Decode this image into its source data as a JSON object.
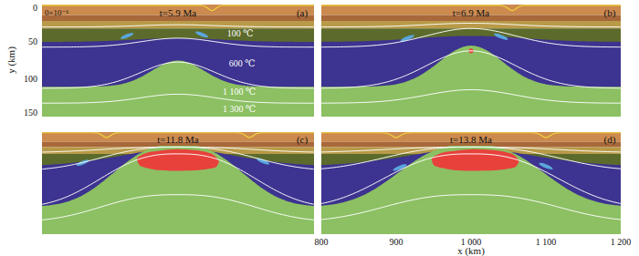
{
  "diagram": {
    "labels": [
      "0×10⁻⁶",
      "t=5.9 Ma",
      "(a)",
      "100 ℃",
      "600 ℃",
      "1 100 ℃",
      "1 300 ℃",
      "t=6.9 Ma",
      "(b)",
      "t=11.8 Ma",
      "(c)",
      "t=13.8 Ma",
      "(d)",
      "0",
      "50",
      "100",
      "150",
      "y (km)",
      "800",
      "900",
      "1 000",
      "1 100",
      "1 200",
      "x (km)"
    ]
  }
}
